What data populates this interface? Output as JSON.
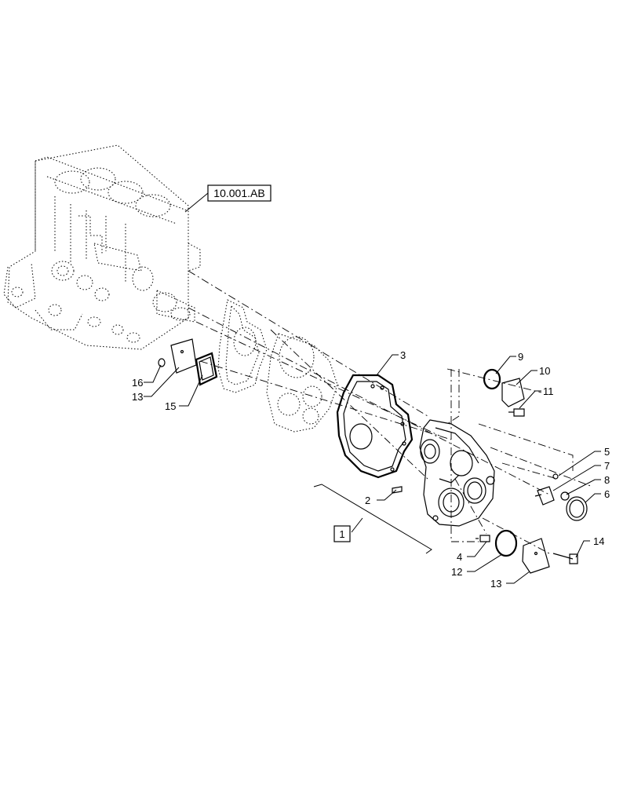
{
  "reference": {
    "label": "10.001.AB"
  },
  "assembly": {
    "label": "1"
  },
  "callouts": [
    {
      "id": "16",
      "text": "16"
    },
    {
      "id": "13a",
      "text": "13"
    },
    {
      "id": "15",
      "text": "15"
    },
    {
      "id": "3",
      "text": "3"
    },
    {
      "id": "2",
      "text": "2"
    },
    {
      "id": "9",
      "text": "9"
    },
    {
      "id": "10",
      "text": "10"
    },
    {
      "id": "11",
      "text": "11"
    },
    {
      "id": "5",
      "text": "5"
    },
    {
      "id": "7",
      "text": "7"
    },
    {
      "id": "8",
      "text": "8"
    },
    {
      "id": "6",
      "text": "6"
    },
    {
      "id": "14",
      "text": "14"
    },
    {
      "id": "4",
      "text": "4"
    },
    {
      "id": "12",
      "text": "12"
    },
    {
      "id": "13b",
      "text": "13"
    }
  ]
}
